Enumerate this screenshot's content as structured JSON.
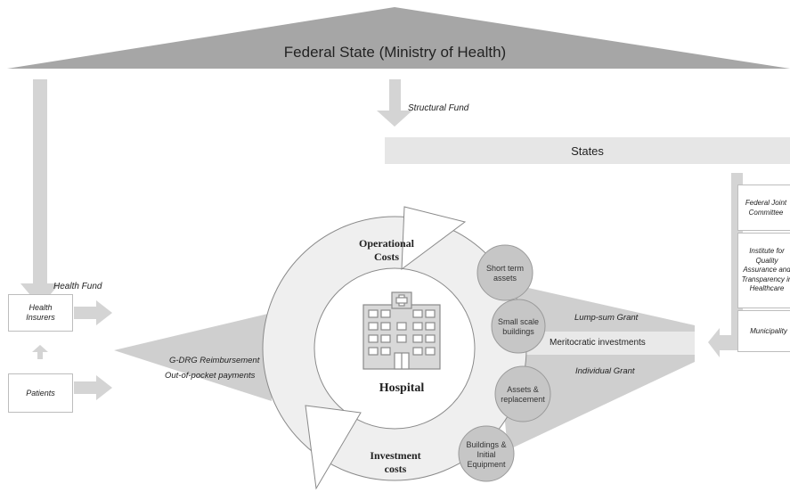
{
  "federal": {
    "title": "Federal State (Ministry of Health)"
  },
  "flows": {
    "structural_fund": "Structural Fund",
    "health_fund": "Health Fund",
    "gdrg": "G-DRG Reimbursement",
    "out_of_pocket": "Out-of-pocket payments",
    "lump_sum": "Lump-sum Grant",
    "individual": "Individual Grant"
  },
  "states": {
    "title": "States"
  },
  "left_boxes": {
    "insurers": "Health Insurers",
    "patients": "Patients"
  },
  "right_boxes": {
    "gba": "Federal Joint Committee",
    "iqtig": "Institute for Quality Assurance and Transparency in Healthcare",
    "municipality": "Municipality"
  },
  "cycle": {
    "operational": "Operational Costs",
    "investment": "Investment costs",
    "hospital": "Hospital"
  },
  "assets": {
    "short_term": "Short term assets",
    "small_scale": "Small scale buildings",
    "replacement": "Assets & replacement",
    "buildings": "Buildings & Initial Equipment"
  },
  "meritocratic": "Meritocratic investments",
  "colors": {
    "roof": "#a6a6a6",
    "arrow": "#d4d4d4",
    "band": "#e6e6e6",
    "circle": "#c6c6c6",
    "wedge": "#cfcfcf"
  }
}
